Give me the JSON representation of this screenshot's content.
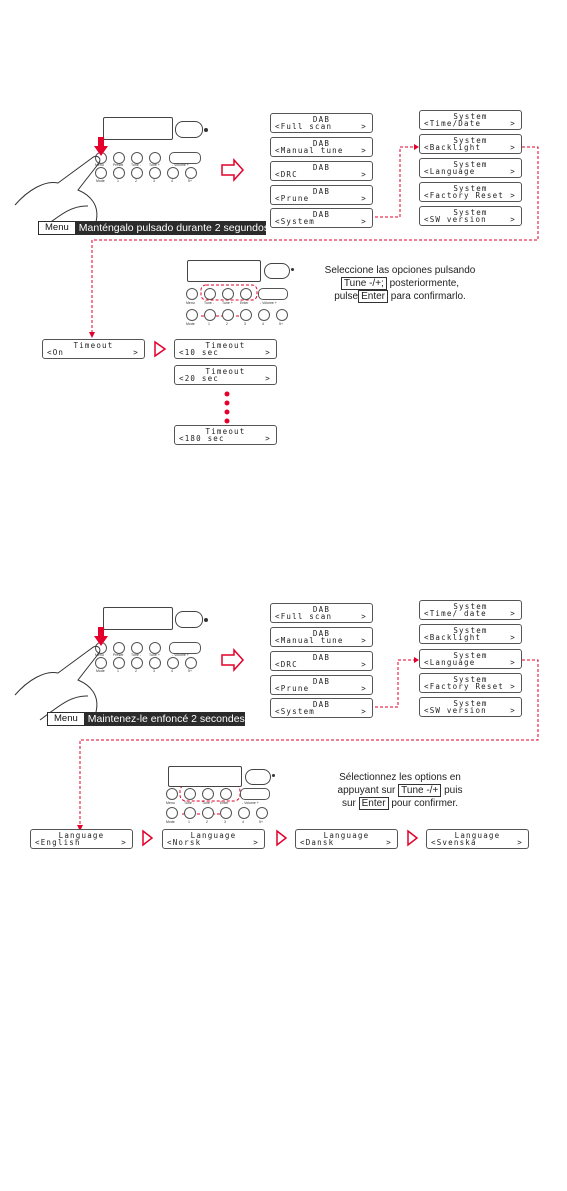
{
  "colors": {
    "accent": "#e4002b",
    "dark": "#2b2b2b"
  },
  "remote": {
    "top_labels": [
      "Menu",
      "Preset",
      "Tune -",
      "Tune +",
      "Enter"
    ],
    "volume_label": "- Volume +",
    "bottom_labels": [
      "Mode",
      "1",
      "2",
      "3",
      "4",
      "5+"
    ]
  },
  "sections": [
    {
      "banner": {
        "key": "Menu",
        "text": "Manténgalo pulsado durante 2 segundos"
      },
      "dab_menu": [
        {
          "title": "DAB",
          "line": "<Full scan"
        },
        {
          "title": "DAB",
          "line": "<Manual tune"
        },
        {
          "title": "DAB",
          "line": "<DRC"
        },
        {
          "title": "DAB",
          "line": "<Prune"
        },
        {
          "title": "DAB",
          "line": "<System"
        }
      ],
      "system_menu": [
        {
          "title": "System",
          "line": "<Time/Date"
        },
        {
          "title": "System",
          "line": "<Backlight"
        },
        {
          "title": "System",
          "line": "<Language"
        },
        {
          "title": "System",
          "line": "<Factory Reset"
        },
        {
          "title": "System",
          "line": "<SW version"
        }
      ],
      "instruction": {
        "line1": "Seleccione las opciones pulsando",
        "key1": "Tune -/+;",
        "line2_after": "posteriormente,",
        "line3_before": "pulse",
        "key2": "Enter",
        "line3_after": "para confirmarlo."
      },
      "options": [
        {
          "title": "Timeout",
          "line": "<On"
        },
        {
          "title": "Timeout",
          "line": "<10 sec"
        },
        {
          "title": "Timeout",
          "line": "<20 sec"
        },
        {
          "title": "Timeout",
          "line": "<180 sec"
        }
      ]
    },
    {
      "banner": {
        "key": "Menu",
        "text": "Maintenez-le enfoncé 2 secondes"
      },
      "dab_menu": [
        {
          "title": "DAB",
          "line": "<Full scan"
        },
        {
          "title": "DAB",
          "line": "<Manual tune"
        },
        {
          "title": "DAB",
          "line": "<DRC"
        },
        {
          "title": "DAB",
          "line": "<Prune"
        },
        {
          "title": "DAB",
          "line": "<System"
        }
      ],
      "system_menu": [
        {
          "title": "System",
          "line": "<Time/ date"
        },
        {
          "title": "System",
          "line": "<Backlight"
        },
        {
          "title": "System",
          "line": "<Language"
        },
        {
          "title": "System",
          "line": "<Factory Reset"
        },
        {
          "title": "System",
          "line": "<SW version"
        }
      ],
      "instruction": {
        "line1": "Sélectionnez les options en",
        "line2_before": "appuyant sur",
        "key1": "Tune -/+",
        "line2_after": "puis",
        "line3_before": "sur",
        "key2": "Enter",
        "line3_after": "pour confirmer."
      },
      "options": [
        {
          "title": "Language",
          "line": "<English"
        },
        {
          "title": "Language",
          "line": "<Norsk"
        },
        {
          "title": "Language",
          "line": "<Dansk"
        },
        {
          "title": "Language",
          "line": "<Svenska"
        }
      ]
    }
  ],
  "menu_box_arrow": ">"
}
